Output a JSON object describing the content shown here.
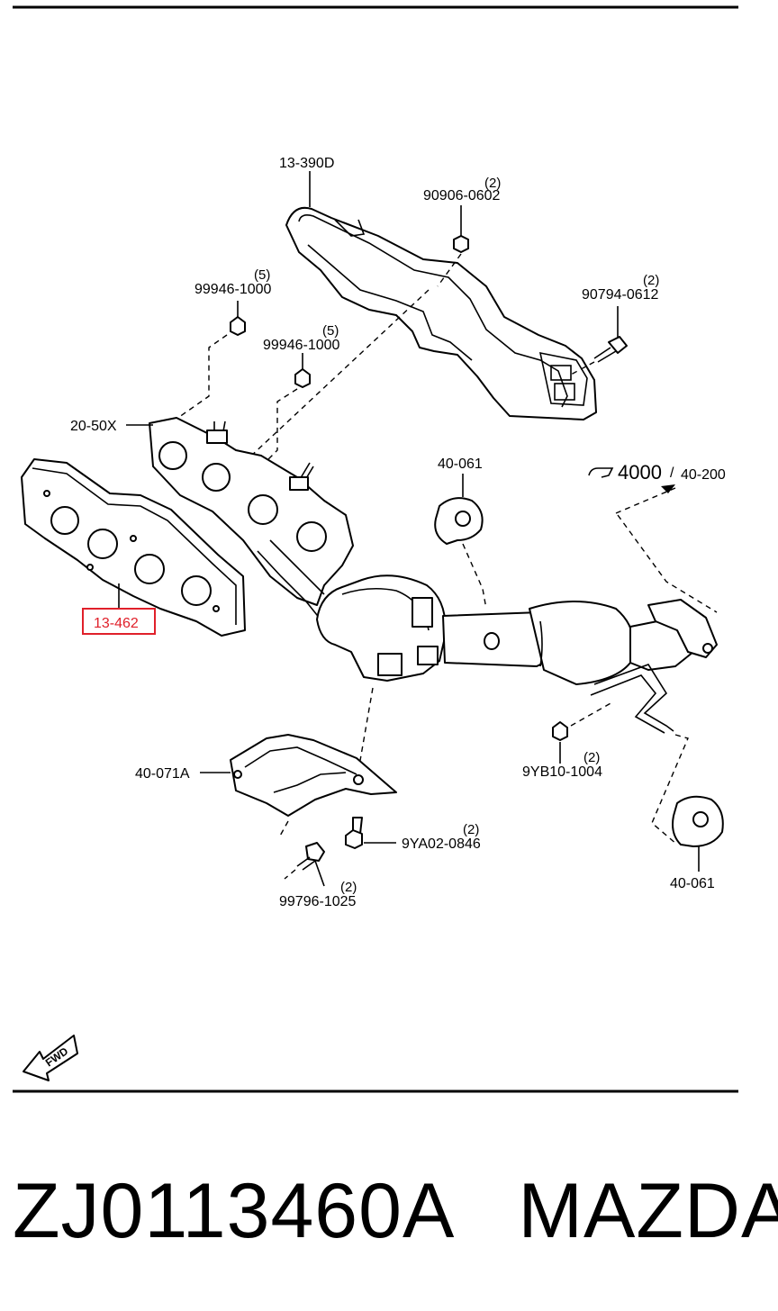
{
  "parts": {
    "heat_insulator_upper": "13-390D",
    "nut_top": "90906-0602",
    "nut_top_qty": "(2)",
    "bolt_right": "90794-0612",
    "bolt_right_qty": "(2)",
    "stud_nut_1": "99946-1000",
    "stud_nut_1_qty": "(5)",
    "stud_nut_2": "99946-1000",
    "stud_nut_2_qty": "(5)",
    "manifold": "20-50X",
    "gasket": "13-462",
    "hanger_upper": "40-061",
    "ref_arrow_text": "4000",
    "ref_slash": "/",
    "ref_part": "40-200",
    "nut_lower": "9YB10-1004",
    "nut_lower_qty": "(2)",
    "bracket": "40-071A",
    "bolt_bracket": "9YA02-0846",
    "bolt_bracket_qty": "(2)",
    "bolt_lower": "99796-1025",
    "bolt_lower_qty": "(2)",
    "hanger_lower": "40-061",
    "fwd": "FWD"
  },
  "highlight_color": "#e0202a",
  "footer": {
    "part_number": "ZJ0113460A",
    "brand": "MAZDA"
  }
}
